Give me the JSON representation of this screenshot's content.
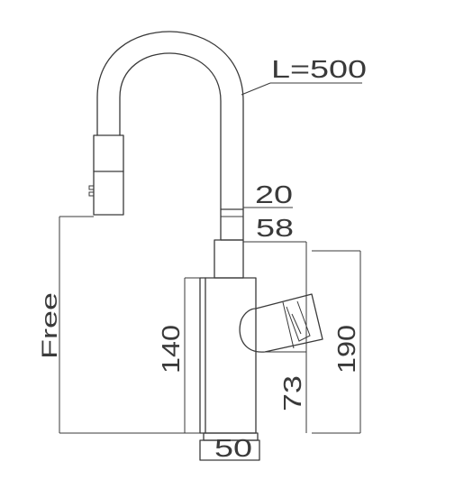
{
  "dimensions": {
    "hose_length": "L=500",
    "neck_diameter": "20",
    "top_width": "58",
    "body_height": "140",
    "handle_height": "73",
    "total_height": "190",
    "base_width": "50",
    "free_length": "Free"
  }
}
